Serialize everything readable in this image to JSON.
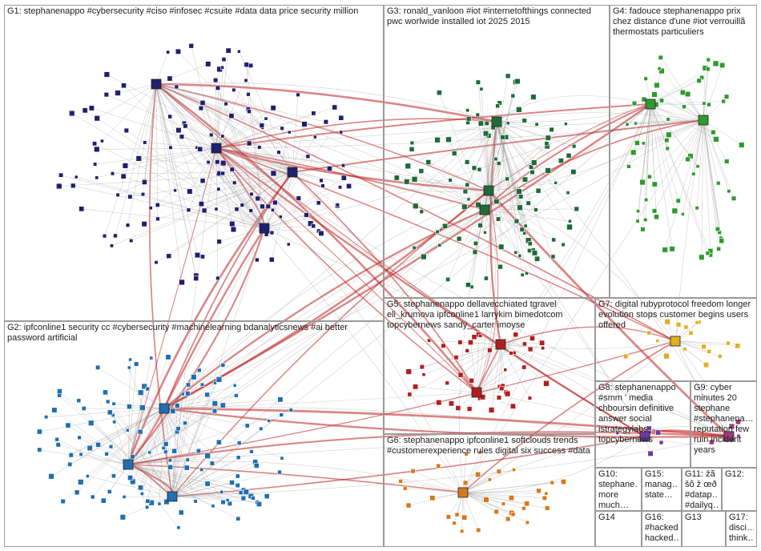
{
  "groups": [
    {
      "id": "G1",
      "label": "G1: stephanenappo #cybersecurity #ciso #infosec #csuite #data data price security million"
    },
    {
      "id": "G2",
      "label": "G2: ipfconline1 security cc #cybersecurity #machinelearning bdanalyticsnews #ai better password artificial"
    },
    {
      "id": "G3",
      "label": "G3: ronald_vanloon #iot #internetofthings connected pwc worlwide installed iot 2025 2015"
    },
    {
      "id": "G4",
      "label": "G4: fadouce stephanenappo prix chez distance d'une #iot verrouillã thermostats particuliers"
    },
    {
      "id": "G5",
      "label": "G5: stephanenappo dellavecchiated tgravel eli_krumova ipfconline1 larrykim bimedotcom topcybernews sandy_carter imoyse"
    },
    {
      "id": "G6",
      "label": "G6: stephanenappo ipfconline1 softclouds trends #customerexperience rules digital six success #data"
    },
    {
      "id": "G7",
      "label": "G7: digital rubyprotocol freedom longer evolution stops customer begins users offered"
    },
    {
      "id": "G8",
      "label": "G8: stephanenappo #smm ' media chboursin definitive answer social istrategylabs topcybernews"
    },
    {
      "id": "G9",
      "label": "G9: cyber minutes 20 stephane #stephanena… reputation few ruin incident years"
    },
    {
      "id": "G10",
      "label": "G10: stephane… more much…"
    },
    {
      "id": "G15",
      "label": "G15: manag… state…"
    },
    {
      "id": "G11",
      "label": "G11: žã šõ ž œð #datap… #dailyq…"
    },
    {
      "id": "G12",
      "label": "G12:"
    },
    {
      "id": "G14",
      "label": "G14"
    },
    {
      "id": "G16",
      "label": "G16: #hacked hacked…"
    },
    {
      "id": "G13",
      "label": "G13"
    },
    {
      "id": "G17",
      "label": "G17: disci… think…"
    }
  ],
  "colors": {
    "G1": "#20206e",
    "G2": "#1f6fb0",
    "G3": "#1e6b3a",
    "G4": "#2e9a2e",
    "G5": "#b01f1f",
    "G6": "#d9781c",
    "G7": "#e0b020",
    "G8": "#6a3c9a",
    "G9": "#9a3c7a",
    "edge": "#9a9a9a",
    "hub_edge": "#c02020"
  }
}
